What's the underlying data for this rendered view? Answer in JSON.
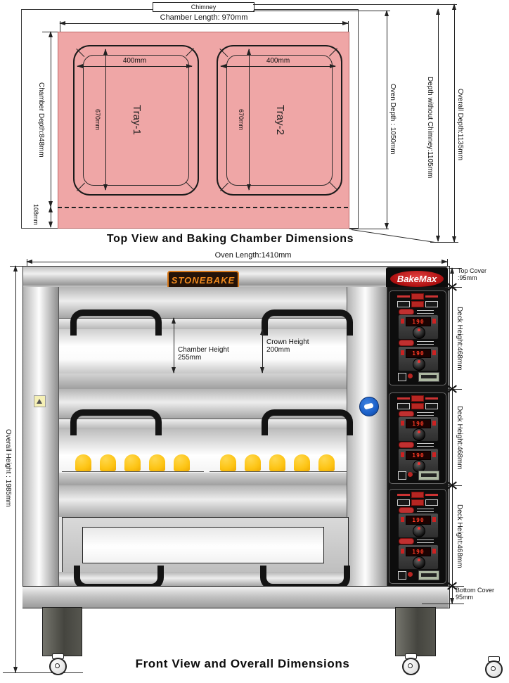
{
  "top_view": {
    "chimney": "Chimney",
    "chamber_length": "Chamber Length: 970mm",
    "chamber_depth": "Chamber Depth:848mm",
    "back_offset": "108mm",
    "trays": [
      {
        "name": "Tray-1",
        "width": "400mm",
        "depth": "670mm"
      },
      {
        "name": "Tray-2",
        "width": "400mm",
        "depth": "670mm"
      }
    ],
    "oven_depth": "Oven Depth : 1050mm",
    "depth_without_chimney": "Depth without Chimney:1105mm",
    "overall_depth": "Overall Depth:1135mm",
    "caption": "Top View and Baking Chamber Dimensions"
  },
  "front_view": {
    "oven_length": "Oven Length:1410mm",
    "overall_height": "Overall Height : 1985mm",
    "brand": "STONEBAKE",
    "maker": "BakeMax",
    "top_cover": [
      "Top Cover",
      ":95mm"
    ],
    "chamber_height": [
      "Chamber Height",
      "255mm"
    ],
    "crown_height": [
      "Crown Height",
      "200mm"
    ],
    "deck_height": "Deck Height:468mm",
    "bottom_cover": [
      "Bottom Cover",
      "95mm"
    ],
    "panel_temp": "190",
    "caption": "Front View and Overall Dimensions"
  },
  "colors": {
    "chamber_fill_pink": "#efa6a6",
    "tray_fill": "#f2f2ee",
    "dough_yellow": "#fdc414",
    "brand_orange": "#f08a1e",
    "logo_red": "#b01212",
    "badge_blue": "#1a5fc8",
    "led_red": "#ff3a24",
    "panel_black": "#131313"
  }
}
